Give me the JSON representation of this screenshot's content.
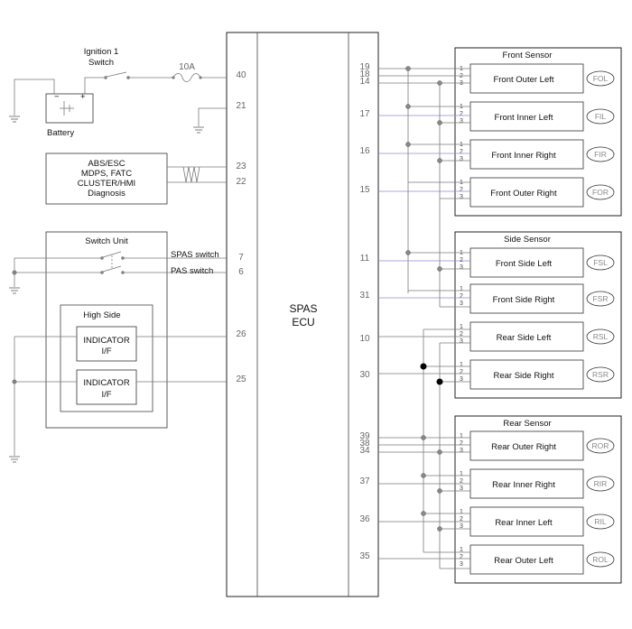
{
  "battery": {
    "label": "Battery",
    "minus": "−",
    "plus": "+"
  },
  "ignition": {
    "line1": "Ignition 1",
    "line2": "Switch"
  },
  "fuse": {
    "label": "10A"
  },
  "diagnosis": {
    "lines": [
      "ABS/ESC",
      "MDPS, FATC",
      "CLUSTER/HMI",
      "Diagnosis"
    ]
  },
  "switch_unit": {
    "title": "Switch Unit",
    "spas_switch": "SPAS switch",
    "pas_switch": "PAS switch",
    "high_side": "High Side",
    "indicators": [
      {
        "line1": "INDICATOR",
        "line2": "I/F"
      },
      {
        "line1": "INDICATOR",
        "line2": "I/F"
      }
    ]
  },
  "ecu": {
    "line1": "SPAS",
    "line2": "ECU"
  },
  "left_pins": [
    "40",
    "21",
    "23",
    "22",
    "7",
    "6",
    "26",
    "25"
  ],
  "right_pins": [
    "19",
    "18",
    "14",
    "17",
    "16",
    "15",
    "11",
    "31",
    "10",
    "30",
    "39",
    "38",
    "34",
    "37",
    "36",
    "35"
  ],
  "groups": [
    {
      "title": "Front Sensor",
      "sensors": [
        {
          "name": "Front Outer Left",
          "code": "FOL"
        },
        {
          "name": "Front Inner Left",
          "code": "FIL"
        },
        {
          "name": "Front Inner Right",
          "code": "FIR"
        },
        {
          "name": "Front Outer Right",
          "code": "FOR"
        }
      ]
    },
    {
      "title": "Side Sensor",
      "sensors": [
        {
          "name": "Front Side Left",
          "code": "FSL"
        },
        {
          "name": "Front Side Right",
          "code": "FSR"
        },
        {
          "name": "Rear Side Left",
          "code": "RSL"
        },
        {
          "name": "Rear Side Right",
          "code": "RSR"
        }
      ]
    },
    {
      "title": "Rear Sensor",
      "sensors": [
        {
          "name": "Rear Outer Right",
          "code": "ROR"
        },
        {
          "name": "Rear Inner Right",
          "code": "RIR"
        },
        {
          "name": "Rear Inner Left",
          "code": "RIL"
        },
        {
          "name": "Rear Outer Left",
          "code": "ROL"
        }
      ]
    }
  ],
  "sensor_pins": [
    "1",
    "2",
    "3"
  ]
}
